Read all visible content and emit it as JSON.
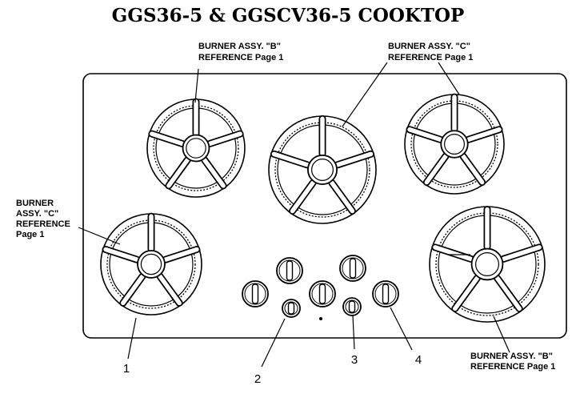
{
  "title": "GGS36-5  &  GGSCV36-5  COOKTOP",
  "callouts": {
    "top_left": [
      "BURNER ASSY. \"B\"",
      "REFERENCE Page 1"
    ],
    "top_right": [
      "BURNER ASSY. \"C\"",
      "REFERENCE Page 1"
    ],
    "left": [
      "BURNER",
      "ASSY. \"C\"",
      "REFERENCE",
      "Page 1"
    ],
    "bottom_right": [
      "BURNER ASSY. \"B\"",
      "REFERENCE Page 1"
    ]
  },
  "part_numbers": [
    "1",
    "2",
    "3",
    "4"
  ]
}
